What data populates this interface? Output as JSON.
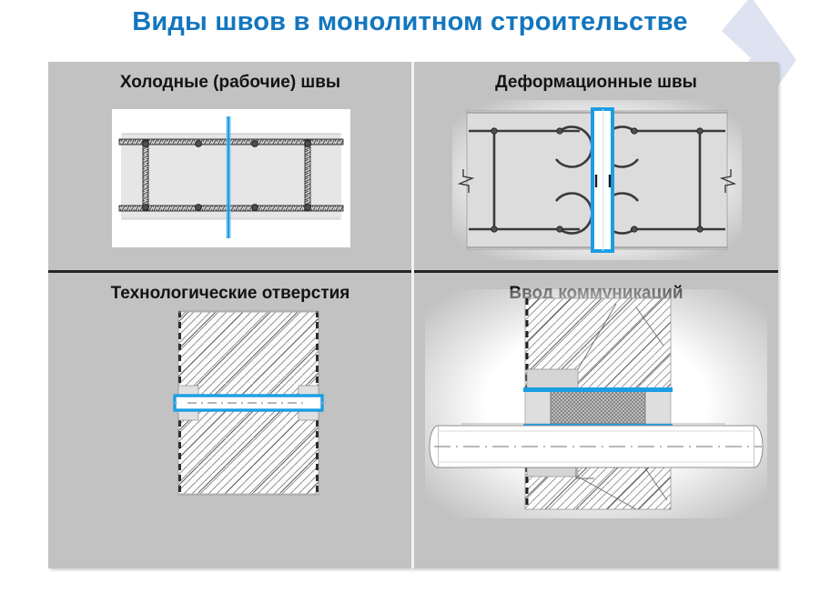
{
  "page": {
    "title": "Виды швов в монолитном строительстве",
    "title_color": "#1376be",
    "board_color": "#c2c2c2",
    "accent_color": "#1b9ee3",
    "watermark": "diamond-watermark"
  },
  "quadrants": [
    {
      "id": "cold-joints",
      "title": "Холодные (рабочие) швы",
      "figure": "rebar-cage-cross-section-with-vertical-joint-line"
    },
    {
      "id": "expansion-joints",
      "title": "Деформационные швы",
      "figure": "two-wall-sections-with-expansion-gap"
    },
    {
      "id": "technological-openings",
      "title": "Технологические отверстия",
      "figure": "hatched-wall-with-horizontal-opening"
    },
    {
      "id": "utility-entry",
      "title": "Ввод коммуникаций",
      "figure": "pipe-penetration-through-wall"
    }
  ]
}
